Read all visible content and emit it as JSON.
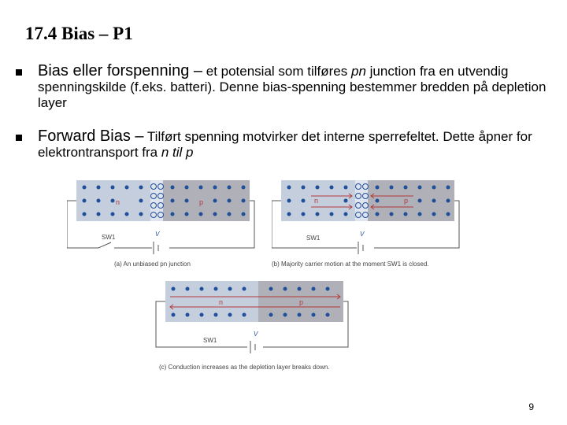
{
  "slide": {
    "title": "17.4 Bias – P1",
    "page_number": "9"
  },
  "bullets": [
    {
      "lead": "Bias eller forspenning –",
      "text_a": " et potensial som tilføres ",
      "italic_a": "pn",
      "text_b": " junction fra en utvendig spenningskilde (f.eks. batteri). Denne bias-spenning bestemmer bredden på  depletion layer"
    },
    {
      "lead": "Forward Bias –",
      "text_a": " Tilført spenning motvirker det interne sperrefeltet. Dette åpner for elektrontransport fra ",
      "italic_a": "n til p",
      "text_b": ""
    }
  ],
  "figures": {
    "a": {
      "n_label": "n",
      "p_label": "p",
      "switch_label": "SW1",
      "v_label": "V",
      "caption": "(a)  An unbiased pn junction"
    },
    "b": {
      "n_label": "n",
      "p_label": "p",
      "switch_label": "SW1",
      "v_label": "V",
      "caption": "(b)  Majority carrier motion at the moment SW1 is closed."
    },
    "c": {
      "n_label": "n",
      "p_label": "p",
      "switch_label": "SW1",
      "v_label": "V",
      "caption": "(c)  Conduction increases as the depletion layer breaks down."
    }
  },
  "colors": {
    "n_region": "#c5cedd",
    "p_region": "#b0b0b8",
    "carrier": "#1f4e9a",
    "arrow": "#b23a3a",
    "wire": "#555555",
    "caption": "#444444"
  }
}
